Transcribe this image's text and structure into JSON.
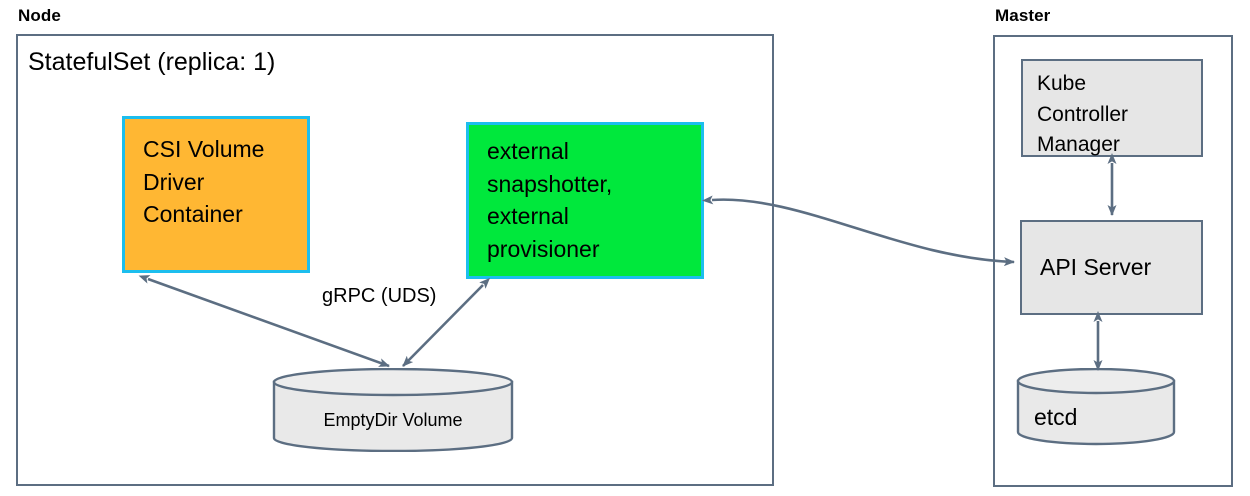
{
  "diagram": {
    "title_node": "Node",
    "title_master": "Master",
    "statefulset_title": "StatefulSet (replica: 1)",
    "edge_label_grpc": "gRPC (UDS)",
    "boxes": {
      "csi_driver": "CSI Volume Driver Container",
      "csi_driver_lines": [
        "CSI Volume",
        "Driver",
        "Container"
      ],
      "external_components": "external snapshotter, external provisioner",
      "external_components_lines": [
        "external",
        "snapshotter,",
        "external",
        "provisioner"
      ],
      "kube_controller_manager": "Kube Controller Manager",
      "kube_controller_manager_lines": [
        "Kube",
        "Controller",
        "Manager"
      ],
      "api_server": "API Server",
      "emptydir_volume": "EmptyDir Volume",
      "etcd": "etcd"
    },
    "colors": {
      "orange_fill": "#ffb733",
      "green_fill": "#00e83c",
      "cyan_border": "#1cbeee",
      "gray_fill": "#e6e6e6",
      "line_stroke": "#5c6e82",
      "group_border": "#5c6e82"
    }
  }
}
